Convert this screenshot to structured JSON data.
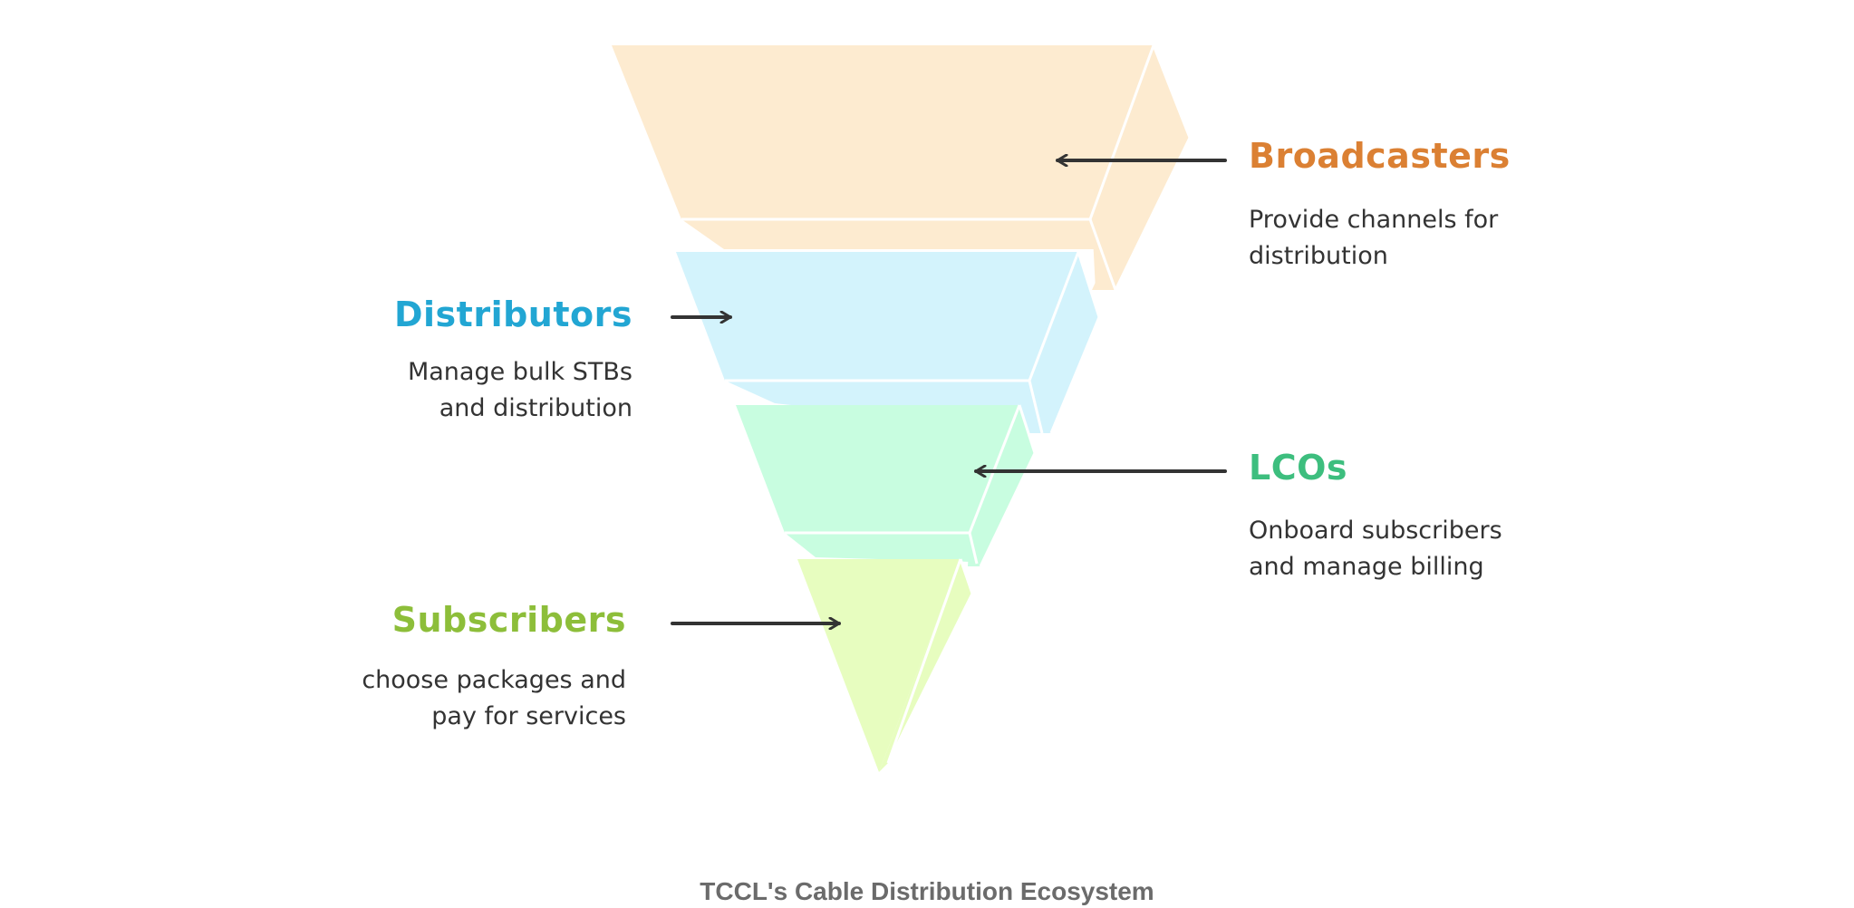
{
  "diagram": {
    "caption": "TCCL's Cable Distribution Ecosystem",
    "tiers": [
      {
        "name": "Broadcasters",
        "description_lines": [
          "Provide channels for",
          "distribution"
        ],
        "label_color": "#DB8033",
        "face_color": "#FDEBD0",
        "side_color": "#FDEBD0"
      },
      {
        "name": "Distributors",
        "description_lines": [
          "Manage bulk STBs",
          "and distribution"
        ],
        "label_color": "#22A6D3",
        "face_color": "#D3F3FC",
        "side_color": "#D3F3FC"
      },
      {
        "name": "LCOs",
        "description_lines": [
          "Onboard subscribers",
          "and manage billing"
        ],
        "label_color": "#3DBE7E",
        "face_color": "#C8FDE0",
        "side_color": "#C8FDE0"
      },
      {
        "name": "Subscribers",
        "description_lines": [
          "choose packages and",
          "pay for services"
        ],
        "label_color": "#8DBE3A",
        "face_color": "#E7FDBF",
        "side_color": "#E7FDBF"
      }
    ],
    "arrow_color": "#333333"
  }
}
